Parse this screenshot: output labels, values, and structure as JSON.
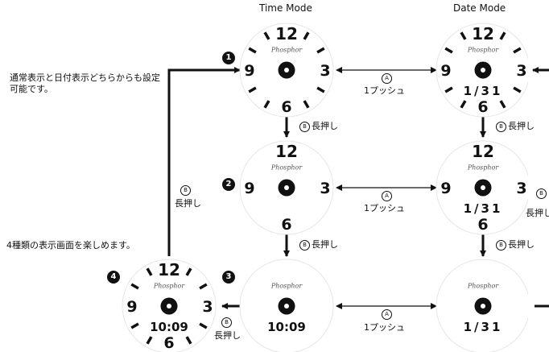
{
  "headers": {
    "time_mode": "Time Mode",
    "date_mode": "Date Mode"
  },
  "notes": {
    "left_top": "通常表示と日付表示どちらからも設定可能です。",
    "left_bottom": "4種類の表示画面を楽しめます。"
  },
  "steps": {
    "s1": "1",
    "s2": "2",
    "s3": "3",
    "s4": "4"
  },
  "buttons": {
    "a": "A",
    "b": "B"
  },
  "actions": {
    "push_once": "1プッシュ",
    "long_press": "長押し"
  },
  "dial": {
    "brand": "Phosphor",
    "numerals": {
      "n12": "12",
      "n3": "3",
      "n6": "6",
      "n9": "9"
    },
    "date": "1/31",
    "time": "10:09"
  },
  "colors": {
    "ink": "#111111",
    "faint": "#e6e6e6",
    "paper": "#ffffff"
  }
}
